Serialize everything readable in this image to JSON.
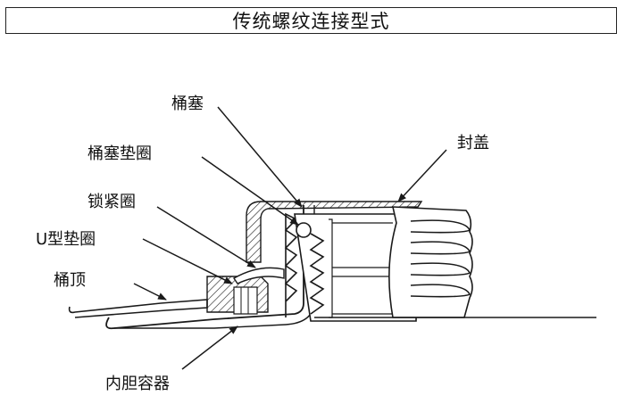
{
  "title": "传统螺纹连接型式",
  "labels": {
    "plug": "桶塞",
    "plug_gasket": "桶塞垫圈",
    "lock_ring": "锁紧圈",
    "u_gasket": "U型垫圈",
    "drum_top": "桶顶",
    "cap": "封盖",
    "inner_container": "内胆容器"
  },
  "colors": {
    "line": "#1a1a1a",
    "fill": "#ffffff",
    "hatch": "#1a1a1a"
  }
}
